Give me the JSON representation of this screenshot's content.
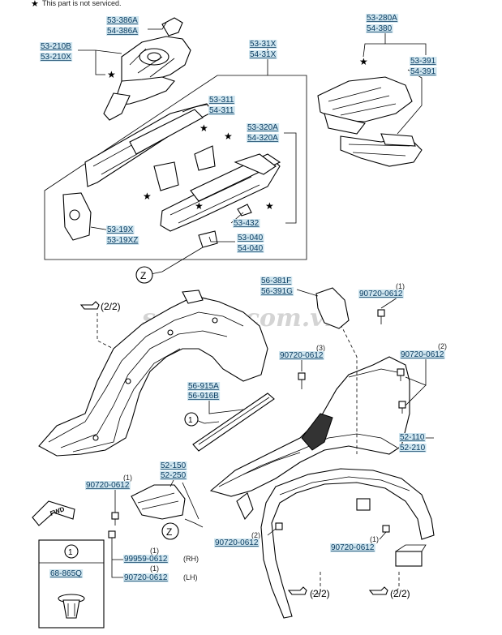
{
  "legend": {
    "star_note": "This part is not serviced.",
    "star_symbol": "★"
  },
  "watermark": "s-parts.com.vn",
  "symbols": {
    "ref_z": "Z",
    "ref_1": "1",
    "hand_see": "(2/2)",
    "fwd": "FWD"
  },
  "parts": {
    "p53_386a": "53-386A",
    "p54_386a": "54-386A",
    "p53_210b": "53-210B",
    "p53_210x": "53-210X",
    "p53_31x": "53-31X",
    "p54_31x": "54-31X",
    "p53_311": "53-311",
    "p54_311": "54-311",
    "p53_320a": "53-320A",
    "p54_320a": "54-320A",
    "p53_19x": "53-19X",
    "p53_19xz": "53-19XZ",
    "p53_432": "53-432",
    "p53_040": "53-040",
    "p54_040": "54-040",
    "p53_280a": "53-280A",
    "p54_380": "54-380",
    "p53_391": "53-391",
    "p54_391": "54-391",
    "p56_381f": "56-381F",
    "p56_391g": "56-391G",
    "p90720_a": "90720-0612",
    "p90720_a_qty": "(1)",
    "p90720_b": "90720-0612",
    "p90720_b_qty": "(3)",
    "p90720_c": "90720-0612",
    "p90720_c_qty": "(2)",
    "p56_915a": "56-915A",
    "p56_916b": "56-916B",
    "p52_110": "52-110",
    "p52_210": "52-210",
    "p52_150": "52-150",
    "p52_250": "52-250",
    "p90720_d": "90720-0612",
    "p90720_d_qty": "(1)",
    "p90720_e": "90720-0612",
    "p90720_e_qty": "(2)",
    "p90720_f": "90720-0612",
    "p90720_f_qty": "(1)",
    "p99959": "99959-0612",
    "p99959_qty": "(1)",
    "p99959_side": "(RH)",
    "p90720_g": "90720-0612",
    "p90720_g_qty": "(1)",
    "p90720_g_side": "(LH)",
    "p68_865q": "68-865Q"
  }
}
